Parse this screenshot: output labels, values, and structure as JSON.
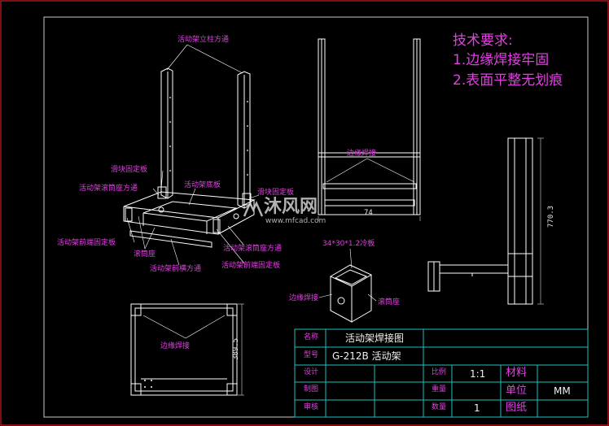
{
  "tech_requirements": {
    "title": "技术要求:",
    "items": [
      "1.边缘焊接牢固",
      "2.表面平整无划痕"
    ]
  },
  "isometric_labels": {
    "upright": "活动架立柱方通",
    "slider_plate": "滑块固定板",
    "roller_seat_tube": "活动架滚筒座方通",
    "bottom_plate": "活动架底板",
    "slider_plate_right": "滑块固定板",
    "front_end_plate_left": "活动架前端固定板",
    "roller_seat": "滚筒座",
    "roller_seat_tube_right": "活动架滚筒座方通",
    "front_cross_tube": "活动架前横方通",
    "front_end_plate_right": "活动架前端固定板"
  },
  "front_view": {
    "weld_label": "边缘焊接",
    "dim_width": "74"
  },
  "detail": {
    "plate_label": "34*30*1.2冷板",
    "weld_label": "边缘焊接",
    "seat_label": "滚筒座"
  },
  "side_view": {
    "dim_height": "770.3"
  },
  "top_view": {
    "weld_label": "边缘焊接",
    "dim_height": "389.5"
  },
  "title_block": {
    "name_label": "名称",
    "name_value": "活动架焊接图",
    "model_label": "型号",
    "model_value": "G-212B 活动架",
    "design_label": "设计",
    "draw_label": "制图",
    "review_label": "审核",
    "scale_label": "比例",
    "scale_value": "1:1",
    "weight_label": "重量",
    "qty_label": "数量",
    "qty_value": "1",
    "material_label": "材料",
    "unit_label": "单位",
    "unit_value": "MM",
    "drawing_label": "图纸"
  },
  "watermark": {
    "brand": "沐风网",
    "url": "www.mfcad.com"
  },
  "colors": {
    "background": "#000000",
    "drawing_line": "#ffffff",
    "annotation": "#e040e0",
    "border": "#ff2020",
    "title_grid": "#20c0c0"
  }
}
